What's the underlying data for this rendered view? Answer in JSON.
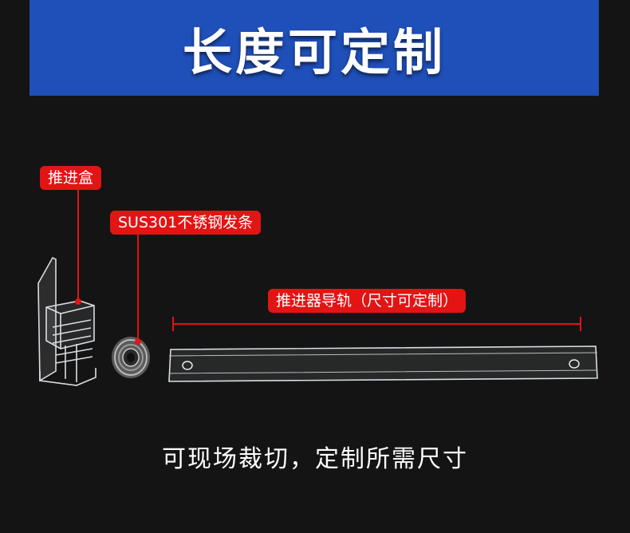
{
  "banner": {
    "title": "长度可定制"
  },
  "labels": {
    "push_box": "推进盒",
    "spring": "SUS301不锈钢发条",
    "rail": "推进器导轨（尺寸可定制）"
  },
  "footer": {
    "text": "可现场裁切，定制所需尺寸"
  },
  "colors": {
    "banner": "#1f4fb8",
    "label_red": "#e31414",
    "background": "#141414"
  }
}
